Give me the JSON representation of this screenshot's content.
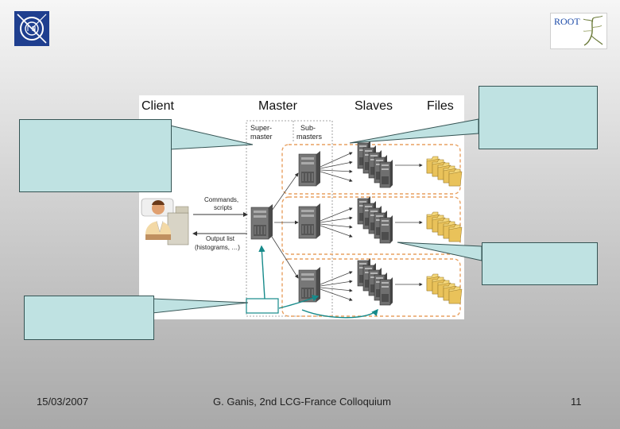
{
  "colors": {
    "callout_fill": "#bfe2e2",
    "callout_border": "#355454",
    "group_outline": "#e8a060",
    "teal_arrow": "#168a8a"
  },
  "diagram": {
    "headers": {
      "client": "Client",
      "master": "Master",
      "slaves": "Slaves",
      "files": "Files"
    },
    "super_master": {
      "line1": "Super-",
      "line2": "master"
    },
    "sub_masters": {
      "line1": "Sub-",
      "line2": "masters"
    },
    "commands": {
      "line1": "Commands,",
      "line2": "scripts"
    },
    "output": {
      "line1": "Output list",
      "line2": "(histograms, …)"
    }
  },
  "footer": {
    "date": "15/03/2007",
    "center": "G. Ganis, 2nd LCG-France Colloquium",
    "page": "11"
  }
}
